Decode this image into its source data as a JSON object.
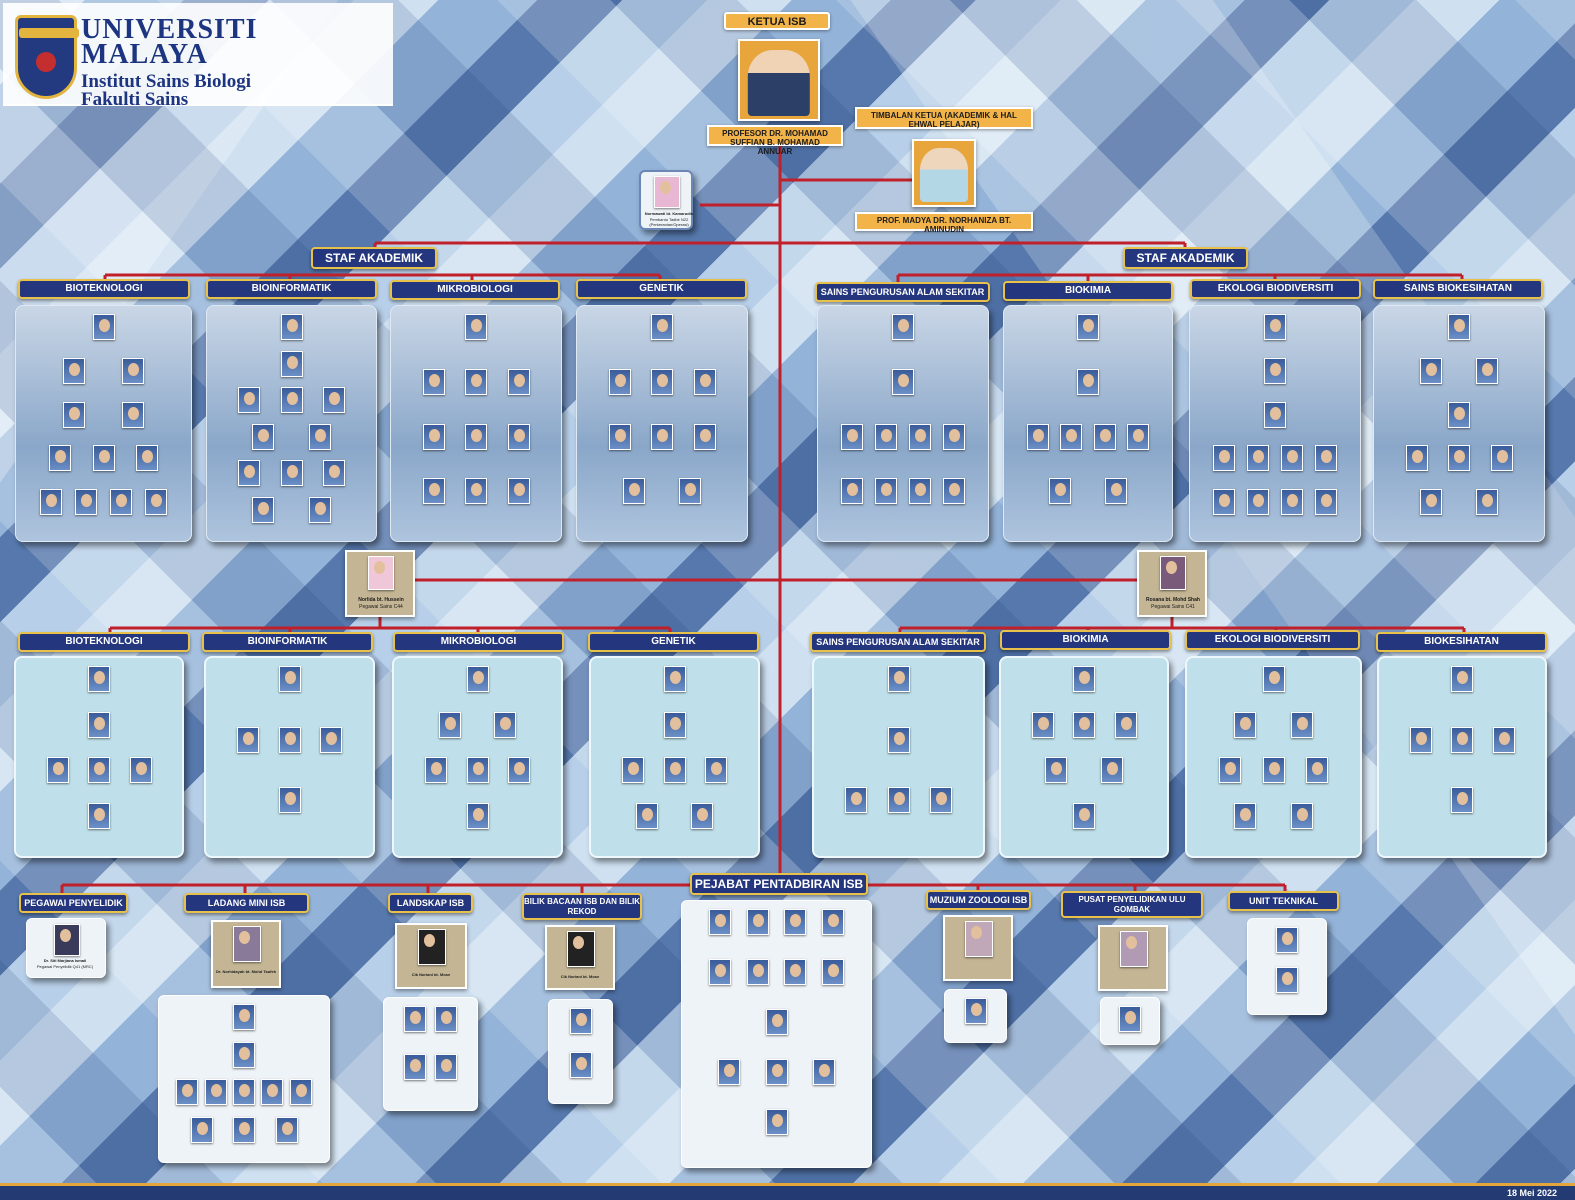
{
  "header": {
    "university_line1": "UNIVERSITI",
    "university_line2": "MALAYA",
    "institute_line1": "Institut Sains Biologi",
    "institute_line2": "Fakulti Sains"
  },
  "top": {
    "ketua_label": "KETUA ISB",
    "ketua_name": "PROFESOR DR. MOHAMAD SUFFIAN B. MOHAMAD ANNUAR",
    "timbalan_label": "TIMBALAN KETUA (AKADEMIK & HAL EHWAL PELAJAR)",
    "timbalan_name": "PROF. MADYA DR. NORHANIZA BT. AMINUDIN",
    "secretary_name": "Normawati bt. Kamarudin",
    "secretary_title": "Pembantu Tadbir N22 (Perkeranian/Operasi)"
  },
  "academic": {
    "left_label": "STAF AKADEMIK",
    "right_label": "STAF AKADEMIK",
    "departments": [
      "BIOTEKNOLOGI",
      "BIOINFORMATIK",
      "MIKROBIOLOGI",
      "GENETIK",
      "SAINS  PENGURUSAN ALAM SEKITAR",
      "BIOKIMIA",
      "EKOLOGI BIODIVERSITI",
      "SAINS BIOKESIHATAN"
    ]
  },
  "science_officers": {
    "left_name": "Norlida bt. Hussein",
    "left_title": "Pegawai Sains C44",
    "right_name": "Rosana bt. Mohd Shah",
    "right_title": "Pegawai Sains C41",
    "departments": [
      "BIOTEKNOLOGI",
      "BIOINFORMATIK",
      "MIKROBIOLOGI",
      "GENETIK",
      "SAINS  PENGURUSAN ALAM SEKITAR",
      "BIOKIMIA",
      "EKOLOGI BIODIVERSITI",
      "BIOKESIHATAN"
    ]
  },
  "bottom": {
    "units": [
      "PEGAWAI PENYELIDIK",
      "LADANG MINI ISB",
      "LANDSKAP ISB",
      "BILIK BACAAN ISB DAN BILIK REKOD",
      "PEJABAT PENTADBIRAN ISB",
      "MUZIUM ZOOLOGI ISB",
      "PUSAT PENYELIDIKAN ULU GOMBAK",
      "UNIT TEKNIKAL"
    ],
    "pegawai_name": "Dr. Siti Marjiana Ismail",
    "pegawai_title": "Pegawai Penyelidik Q41 (MRC)",
    "ladang_head": "Dr. Norhidayah bt. Mohd Taufek",
    "landskap_head": "Cik Noriani bt. Mose",
    "bilik_head": "Cik Noriani bt. Mose"
  },
  "footer": {
    "date": "18 Mei 2022"
  },
  "colors": {
    "navy": "#24367d",
    "gold": "#f2b348",
    "line_red": "#c0202a"
  }
}
